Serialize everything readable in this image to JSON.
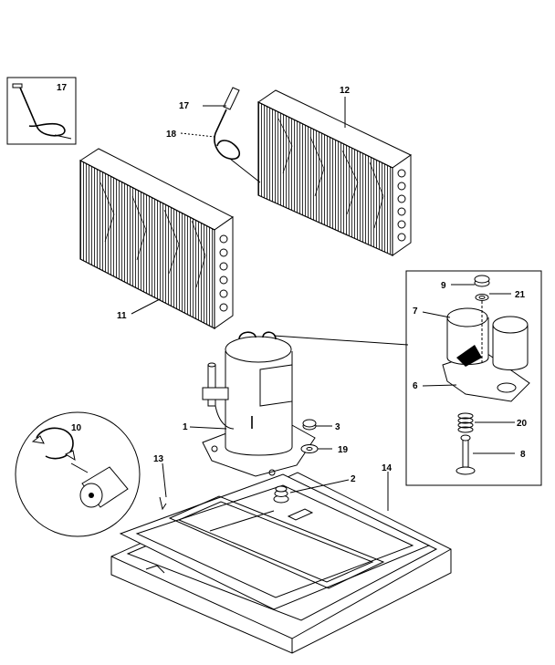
{
  "diagram": {
    "callouts": [
      {
        "id": "c17a",
        "text": "17"
      },
      {
        "id": "c17b",
        "text": "17"
      },
      {
        "id": "c18",
        "text": "18"
      },
      {
        "id": "c12",
        "text": "12"
      },
      {
        "id": "c11",
        "text": "11"
      },
      {
        "id": "c9",
        "text": "9"
      },
      {
        "id": "c21",
        "text": "21"
      },
      {
        "id": "c7",
        "text": "7"
      },
      {
        "id": "c6",
        "text": "6"
      },
      {
        "id": "c20",
        "text": "20"
      },
      {
        "id": "c8",
        "text": "8"
      },
      {
        "id": "c1",
        "text": "1"
      },
      {
        "id": "c3",
        "text": "3"
      },
      {
        "id": "c19",
        "text": "19"
      },
      {
        "id": "c10",
        "text": "10"
      },
      {
        "id": "c13",
        "text": "13"
      },
      {
        "id": "c2",
        "text": "2"
      },
      {
        "id": "c14",
        "text": "14"
      }
    ]
  }
}
